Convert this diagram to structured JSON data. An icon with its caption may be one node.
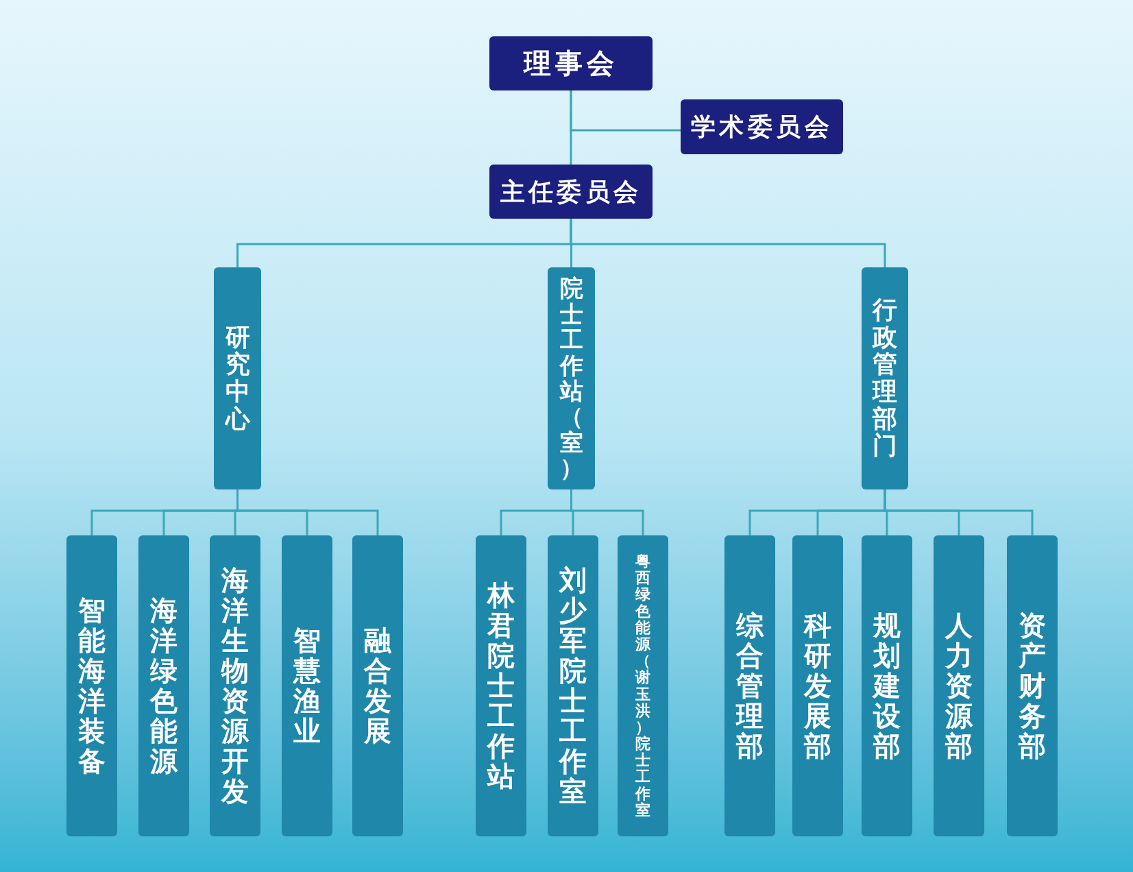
{
  "diagram": {
    "nodes": [
      {
        "text": [
          "理事会"
        ]
      },
      {
        "text": [
          "学术委员会"
        ]
      },
      {
        "text": [
          "主任委员会"
        ]
      },
      {
        "text": [
          "研究中心"
        ]
      },
      {
        "text": [
          "院士工作站（室）"
        ]
      },
      {
        "text": [
          "行政管理部门"
        ]
      },
      {
        "text": [
          "智能海洋装备"
        ]
      },
      {
        "text": [
          "海洋绿色能源"
        ]
      },
      {
        "text": [
          "海洋生物资源开发"
        ]
      },
      {
        "text": [
          "智慧渔业"
        ]
      },
      {
        "text": [
          "融合发展"
        ]
      },
      {
        "text": [
          "林君院士工作站"
        ]
      },
      {
        "text": [
          "刘少军院士工作室"
        ]
      },
      {
        "text": [
          "粤西绿色能源（谢玉洪）院士工作室"
        ]
      },
      {
        "text": [
          "综合管理部"
        ]
      },
      {
        "text": [
          "科研发展部"
        ]
      },
      {
        "text": [
          "规划建设部"
        ]
      },
      {
        "text": [
          "人力资源部"
        ]
      },
      {
        "text": [
          "资产财务部"
        ]
      }
    ],
    "edges": [
      {
        "from": 0,
        "to": 2,
        "arrow": "none"
      },
      {
        "from": 0,
        "to": 1,
        "arrow": "none"
      },
      {
        "from": 2,
        "to": 3,
        "arrow": "none"
      },
      {
        "from": 2,
        "to": 4,
        "arrow": "none"
      },
      {
        "from": 2,
        "to": 5,
        "arrow": "none"
      },
      {
        "from": 3,
        "to": 6,
        "arrow": "none"
      },
      {
        "from": 3,
        "to": 7,
        "arrow": "none"
      },
      {
        "from": 3,
        "to": 8,
        "arrow": "none"
      },
      {
        "from": 3,
        "to": 9,
        "arrow": "none"
      },
      {
        "from": 3,
        "to": 10,
        "arrow": "none"
      },
      {
        "from": 4,
        "to": 11,
        "arrow": "none"
      },
      {
        "from": 4,
        "to": 12,
        "arrow": "none"
      },
      {
        "from": 4,
        "to": 13,
        "arrow": "none"
      },
      {
        "from": 5,
        "to": 14,
        "arrow": "none"
      },
      {
        "from": 5,
        "to": 15,
        "arrow": "none"
      },
      {
        "from": 5,
        "to": 16,
        "arrow": "none"
      },
      {
        "from": 5,
        "to": 17,
        "arrow": "none"
      },
      {
        "from": 5,
        "to": 18,
        "arrow": "none"
      }
    ]
  }
}
